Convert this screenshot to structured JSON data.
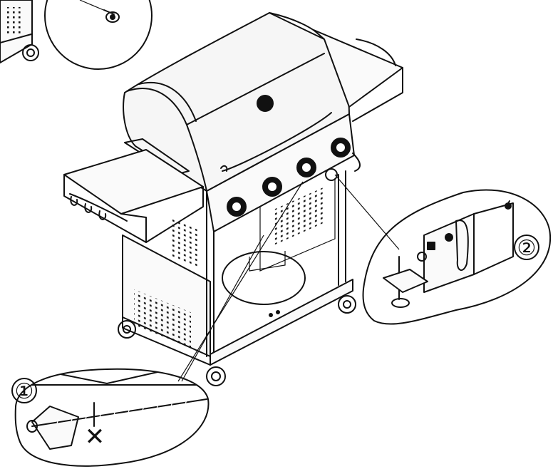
{
  "diagram": {
    "callouts": [
      {
        "id": "callout-1",
        "label": "①"
      },
      {
        "id": "callout-2",
        "label": "②"
      }
    ],
    "marks": {
      "wrong_mark": "✕"
    },
    "colors": {
      "ink": "#111111",
      "background": "#ffffff",
      "panel": "#fafafa"
    }
  }
}
